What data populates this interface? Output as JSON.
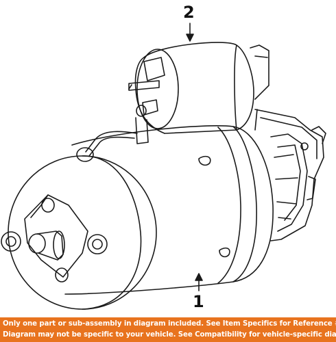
{
  "diagram": {
    "callouts": [
      {
        "number": "2",
        "part": "solenoid"
      },
      {
        "number": "1",
        "part": "starter motor"
      }
    ]
  },
  "disclaimer": {
    "line1": "Only one part or sub-assembly in diagram included. See Item Specifics for Reference #.",
    "line2": "Diagram may not be specific to your vehicle. See Compatibility for vehicle-specific diagrams."
  },
  "colors": {
    "banner_bg": "#e8731e",
    "banner_text": "#ffffff",
    "line": "#1a1a1a"
  }
}
